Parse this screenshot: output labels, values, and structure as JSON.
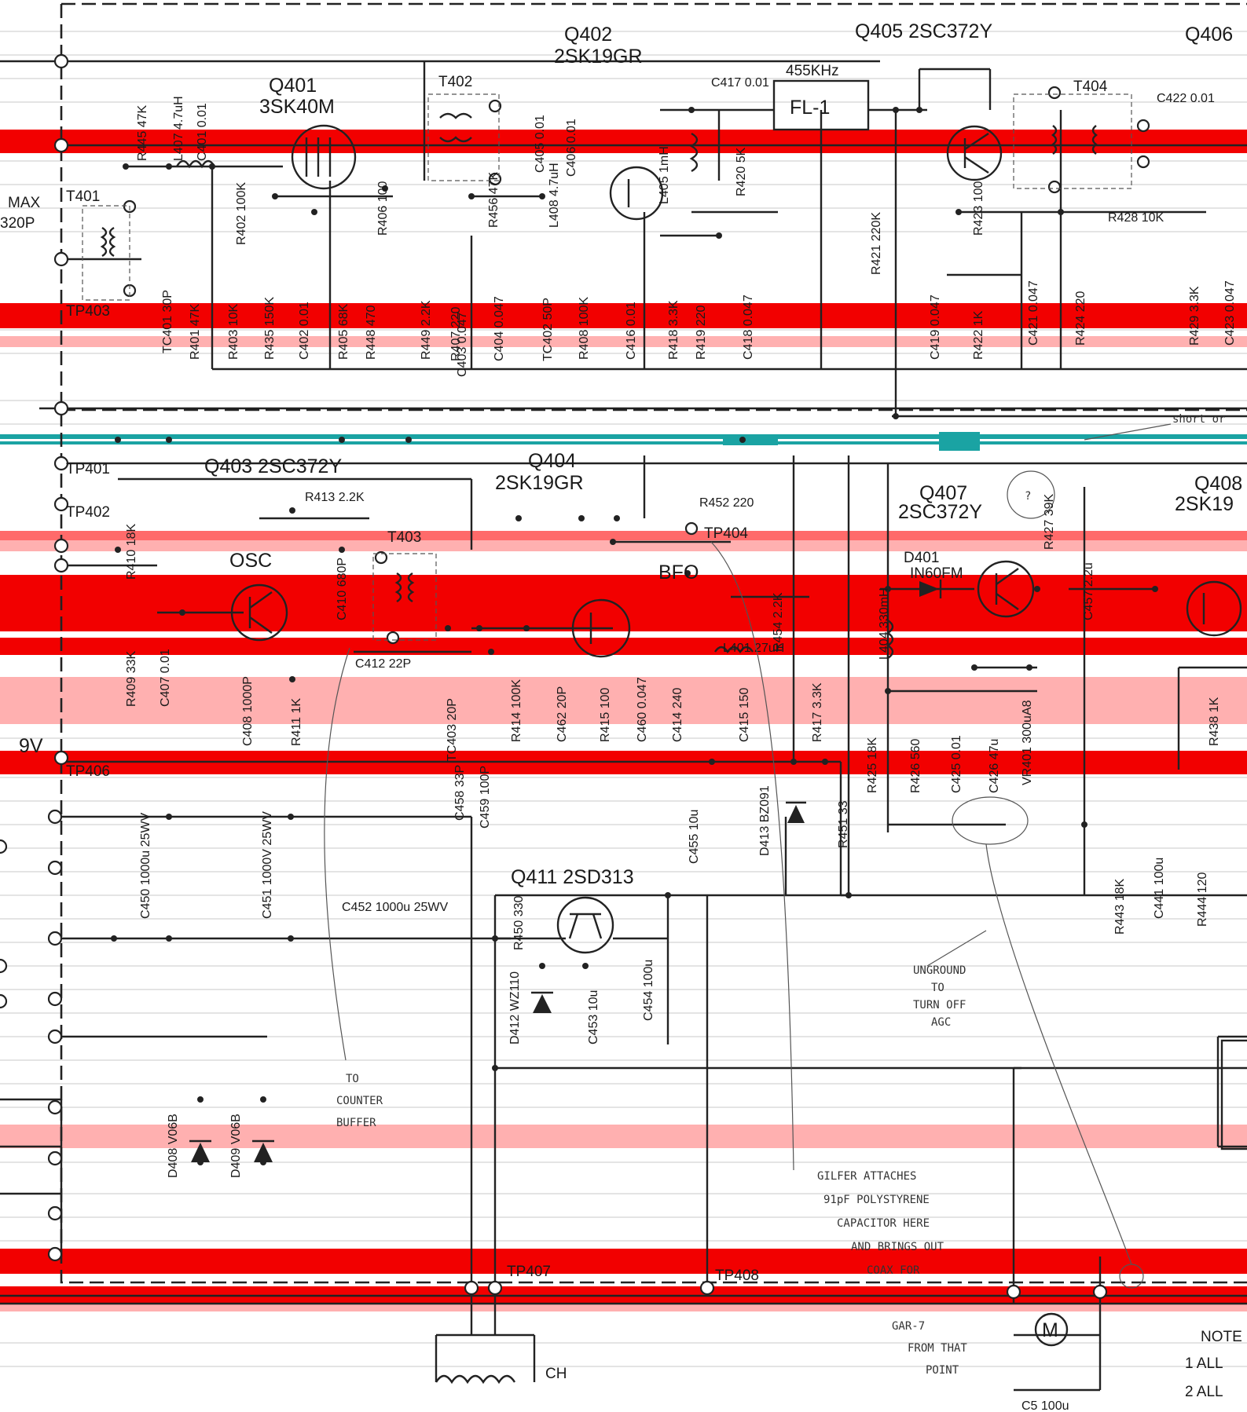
{
  "diagram": {
    "stage_labels": {
      "q402": "Q402",
      "q402_part": "2SK19GR",
      "q405": "Q405  2SC372Y",
      "q406": "Q406",
      "fl1_freq": "455KHz",
      "fl1": "FL-1",
      "q401": "Q401",
      "q401_part": "3SK40M",
      "t402": "T402",
      "t404": "T404",
      "t401": "T401",
      "max": "MAX",
      "max_cap": "320P",
      "q403": "Q403  2SC372Y",
      "q404": "Q404",
      "q404_part": "2SK19GR",
      "q407": "Q407",
      "q407_part": "2SC372Y",
      "q408": "Q408",
      "q408_part": "2SK19",
      "osc": "OSC",
      "bfo": "BFO",
      "t403": "T403",
      "d401": "D401",
      "d401_part": "IN60FM",
      "q411": "Q411  2SD313",
      "ch": "CH",
      "note_title": "NOTE",
      "note_1": "1 ALL",
      "note_2": "2 ALL"
    },
    "test_points": [
      "TP401",
      "TP402",
      "TP403",
      "TP404",
      "TP406",
      "TP407",
      "TP408"
    ],
    "voltage_9v": "9V",
    "components_top": [
      {
        "ref": "R445",
        "val": "47K"
      },
      {
        "ref": "L407",
        "val": "4.7uH"
      },
      {
        "ref": "C401",
        "val": "0.01"
      },
      {
        "ref": "R402",
        "val": "100K"
      },
      {
        "ref": "R406",
        "val": "100"
      },
      {
        "ref": "C403",
        "val": "0.047"
      },
      {
        "ref": "R456",
        "val": "47K"
      },
      {
        "ref": "C405",
        "val": "0.01"
      },
      {
        "ref": "L408",
        "val": "4.7uH"
      },
      {
        "ref": "C406",
        "val": "0.01"
      },
      {
        "ref": "C417",
        "val": "0.01"
      },
      {
        "ref": "L405",
        "val": "1mH"
      },
      {
        "ref": "R420",
        "val": "5K"
      },
      {
        "ref": "R421",
        "val": "220K"
      },
      {
        "ref": "R423",
        "val": "100"
      },
      {
        "ref": "C422",
        "val": "0.01"
      },
      {
        "ref": "R428",
        "val": "10K"
      },
      {
        "ref": "TC401",
        "val": "30P"
      },
      {
        "ref": "R401",
        "val": "47K"
      },
      {
        "ref": "R403",
        "val": "10K"
      },
      {
        "ref": "R435",
        "val": "150K"
      },
      {
        "ref": "C402",
        "val": "0.01"
      },
      {
        "ref": "R405",
        "val": "68K"
      },
      {
        "ref": "R448",
        "val": "470"
      },
      {
        "ref": "R449",
        "val": "2.2K"
      },
      {
        "ref": "R407",
        "val": "220"
      },
      {
        "ref": "C404",
        "val": "0.047"
      },
      {
        "ref": "TC402",
        "val": "50P"
      },
      {
        "ref": "R408",
        "val": "100K"
      },
      {
        "ref": "C416",
        "val": "0.01"
      },
      {
        "ref": "R418",
        "val": "3.3K"
      },
      {
        "ref": "R419",
        "val": "220"
      },
      {
        "ref": "C418",
        "val": "0.047"
      },
      {
        "ref": "C419",
        "val": "0.047"
      },
      {
        "ref": "R422",
        "val": "1K"
      },
      {
        "ref": "C421",
        "val": "0.047"
      },
      {
        "ref": "R424",
        "val": "220"
      },
      {
        "ref": "R429",
        "val": "3.3K"
      },
      {
        "ref": "C423",
        "val": "0.047"
      }
    ],
    "components_mid": [
      {
        "ref": "R413",
        "val": "2.2K"
      },
      {
        "ref": "R452",
        "val": "220"
      },
      {
        "ref": "R410",
        "val": "18K"
      },
      {
        "ref": "C410",
        "val": "680P"
      },
      {
        "ref": "C412",
        "val": "22P"
      },
      {
        "ref": "R409",
        "val": "33K"
      },
      {
        "ref": "C407",
        "val": "0.01"
      },
      {
        "ref": "C408",
        "val": "1000P"
      },
      {
        "ref": "R411",
        "val": "1K"
      },
      {
        "ref": "TC403",
        "val": "20P"
      },
      {
        "ref": "R414",
        "val": "100K"
      },
      {
        "ref": "C462",
        "val": "20P"
      },
      {
        "ref": "R415",
        "val": "100"
      },
      {
        "ref": "C460",
        "val": "0.047"
      },
      {
        "ref": "C414",
        "val": "240"
      },
      {
        "ref": "C415",
        "val": "150"
      },
      {
        "ref": "L401",
        "val": "27uH"
      },
      {
        "ref": "R454",
        "val": "2.2K"
      },
      {
        "ref": "R417",
        "val": "3.3K"
      },
      {
        "ref": "C458",
        "val": "33P"
      },
      {
        "ref": "C459",
        "val": "100P"
      },
      {
        "ref": "L404",
        "val": "330mH"
      },
      {
        "ref": "C457",
        "val": "2.2u"
      },
      {
        "ref": "R427",
        "val": "39K"
      },
      {
        "ref": "R425",
        "val": "18K"
      },
      {
        "ref": "R426",
        "val": "560"
      },
      {
        "ref": "C425",
        "val": "0.01"
      },
      {
        "ref": "C426",
        "val": "47u"
      },
      {
        "ref": "VR401",
        "val": "300uA8"
      },
      {
        "ref": "R438",
        "val": "1K"
      }
    ],
    "components_bottom": [
      {
        "ref": "C450",
        "val": "1000u 25WV"
      },
      {
        "ref": "C451",
        "val": "1000V 25WV"
      },
      {
        "ref": "C452",
        "val": "1000u 25WV"
      },
      {
        "ref": "C455",
        "val": "10u"
      },
      {
        "ref": "D413",
        "val": "BZ091"
      },
      {
        "ref": "R451",
        "val": "33"
      },
      {
        "ref": "R450",
        "val": "330"
      },
      {
        "ref": "D412",
        "val": "WZ110"
      },
      {
        "ref": "C453",
        "val": "10u"
      },
      {
        "ref": "C454",
        "val": "100u"
      },
      {
        "ref": "R443",
        "val": "18K"
      },
      {
        "ref": "C441",
        "val": "100u"
      },
      {
        "ref": "R444",
        "val": "120"
      },
      {
        "ref": "D408",
        "val": "V06B"
      },
      {
        "ref": "D409",
        "val": "V06B"
      },
      {
        "ref": "C5",
        "val": "100u"
      }
    ],
    "handwritten": {
      "to_counter_1": "TO",
      "to_counter_2": "COUNTER",
      "to_counter_3": "BUFFER",
      "unground_1": "UNGROUND",
      "unground_2": "TO",
      "unground_3": "TURN OFF",
      "unground_4": "AGC",
      "gilfer_1": "GILFER ATTACHES",
      "gilfer_2": "91pF POLYSTYRENE",
      "gilfer_3": "CAPACITOR HERE",
      "gilfer_4": "AND BRINGS OUT",
      "gilfer_5": "COAX FOR",
      "gar_1": "GAR-7",
      "gar_2": "FROM THAT",
      "gar_3": "POINT",
      "short_or": "short or"
    }
  }
}
